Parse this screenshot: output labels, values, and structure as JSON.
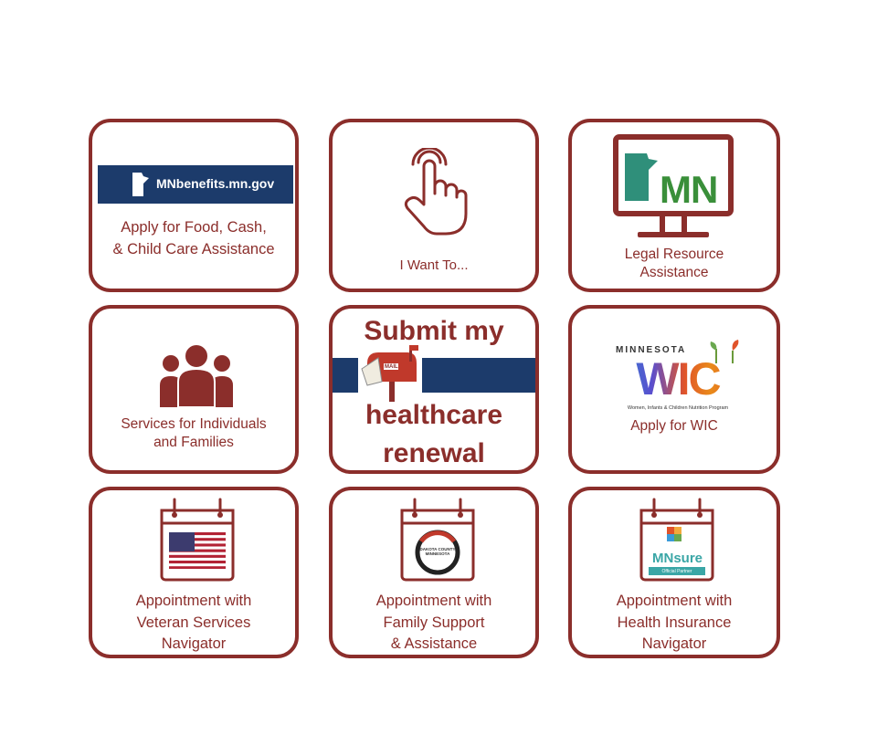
{
  "colors": {
    "accent": "#8b2e2b",
    "navy": "#1c3b6b",
    "mn_green": "#3a8f3a"
  },
  "tiles": {
    "mnbenefits": {
      "banner": "MNbenefits.mn.gov",
      "label": "Apply for Food, Cash,\n& Child Care Assistance"
    },
    "i_want_to": {
      "label": "I Want To..."
    },
    "legal": {
      "logo_text": "MN",
      "label": "Legal Resource\nAssistance"
    },
    "services": {
      "label": "Services for Individuals\nand Families"
    },
    "renewal": {
      "line1": "Submit my",
      "line2": "healthcare",
      "line3": "renewal",
      "mailbox_text": "MAIL"
    },
    "wic": {
      "state": "MINNESOTA",
      "logo": "WIC",
      "tagline": "Women, Infants & Children Nutrition Program",
      "label": "Apply for WIC"
    },
    "veteran": {
      "label": "Appointment with\nVeteran Services\nNavigator"
    },
    "family": {
      "seal_text": "DAKOTA COUNTY\nMINNESOTA",
      "label": "Appointment with\nFamily Support\n& Assistance"
    },
    "health": {
      "logo_text": "MNsure",
      "badge": "Official Partner",
      "label": "Appointment with\nHealth Insurance\nNavigator"
    }
  }
}
